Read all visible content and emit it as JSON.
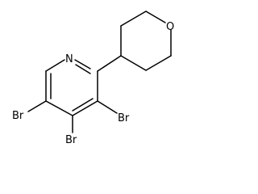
{
  "molecule": {
    "atoms": {
      "n1": "N",
      "o1": "O",
      "br3": "Br",
      "br4": "Br",
      "br5": "Br"
    },
    "bond_color": "#000000",
    "label_color": "#000000"
  }
}
